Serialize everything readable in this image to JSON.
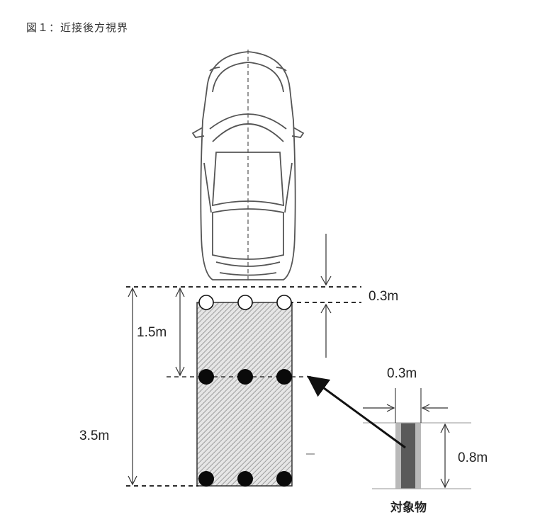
{
  "caption": "図１：近接後方視界",
  "labels": {
    "gap_top": "0.3m",
    "dist_mid": "1.5m",
    "dist_total": "3.5m",
    "obj_width": "0.3m",
    "obj_height": "0.8m",
    "object": "対象物"
  }
}
